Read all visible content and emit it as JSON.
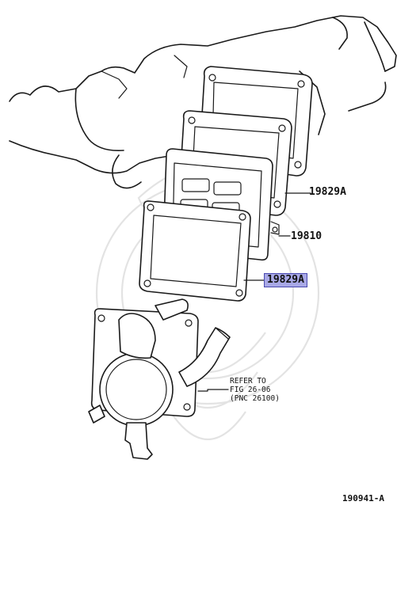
{
  "callouts": [
    {
      "id": "gasket_upper",
      "text": "19829A",
      "highlighted": false
    },
    {
      "id": "reed_valve",
      "text": "19810",
      "highlighted": false
    },
    {
      "id": "gasket_lower",
      "text": "19829A",
      "highlighted": true
    }
  ],
  "reference_note": {
    "line1": "REFER TO",
    "line2": "FIG 26-06",
    "line3": "(PNC 26100)"
  },
  "figure_number": "190941-A",
  "colors": {
    "line": "#1a1a1a",
    "highlight": "#a8a8e6",
    "watermark": "#e3e3e3"
  }
}
